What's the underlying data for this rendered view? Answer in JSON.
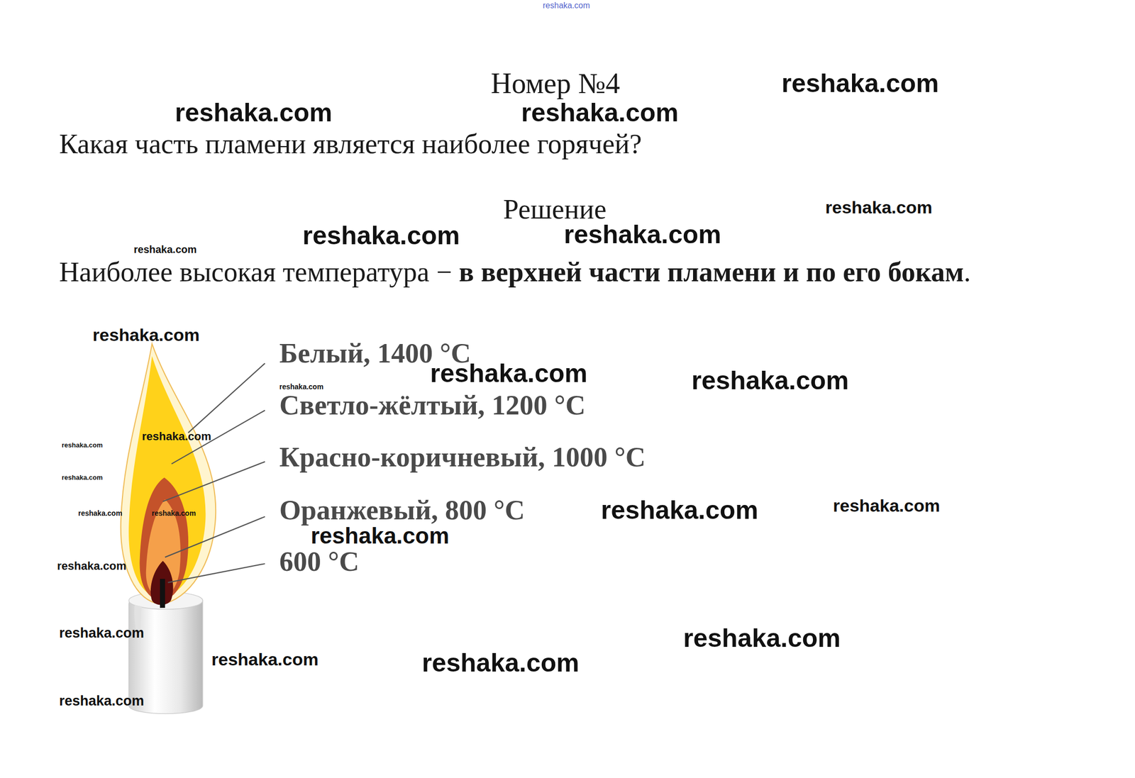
{
  "diagram": {
    "title": "Номер №4",
    "labels": [
      "Какая часть пламени является наиболее горячей?",
      "Решение",
      "Наиболее высокая температура − ",
      "в верхней части пламени и по его бокам",
      ".",
      "Белый, 1400 °C",
      "Светло-жёлтый, 1200 °C",
      "Красно-коричневый, 1000 °C",
      "Оранжевый, 800 °C",
      "600 °C",
      "reshaka.com",
      "reshaka.com",
      "reshaka.com",
      "reshaka.com",
      "reshaka.com",
      "reshaka.com",
      "reshaka.com",
      "reshaka.com",
      "reshaka.com",
      "reshaka.com",
      "reshaka.com",
      "reshaka.com",
      "reshaka.com",
      "reshaka.com",
      "reshaka.com",
      "reshaka.com",
      "reshaka.com",
      "reshaka.com",
      "reshaka.com",
      "reshaka.com",
      "reshaka.com",
      "reshaka.com",
      "reshaka.com",
      "reshaka.com",
      "reshaka.com",
      "reshaka.com"
    ]
  }
}
